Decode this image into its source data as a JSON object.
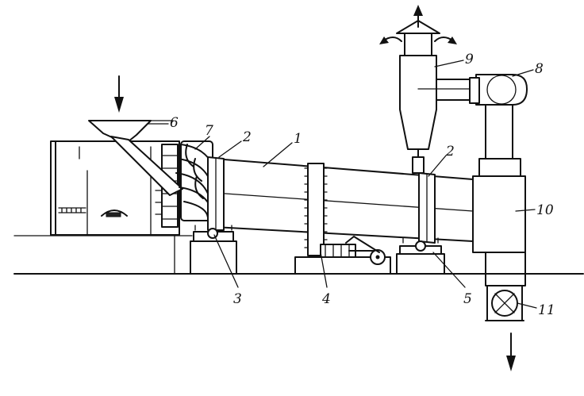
{
  "labels": {
    "drum": "1",
    "bandage_inlet": "2",
    "bandage_outlet": "2",
    "support_roller_inlet": "3",
    "gear_drive": "4",
    "support_roller_outlet": "5",
    "hopper": "6",
    "lifting_blades": "7",
    "fan": "8",
    "cyclone": "9",
    "outlet_chamber": "10",
    "rotary_valve": "11"
  },
  "colors": {
    "ink": "#111111",
    "paper": "#ffffff"
  },
  "icons": {
    "feed_arrow": "arrow-down-icon",
    "exhaust_arrows": "double-arrow-icon",
    "discharge_arrow": "arrow-down-icon",
    "valve": "rotary-valve-icon"
  }
}
